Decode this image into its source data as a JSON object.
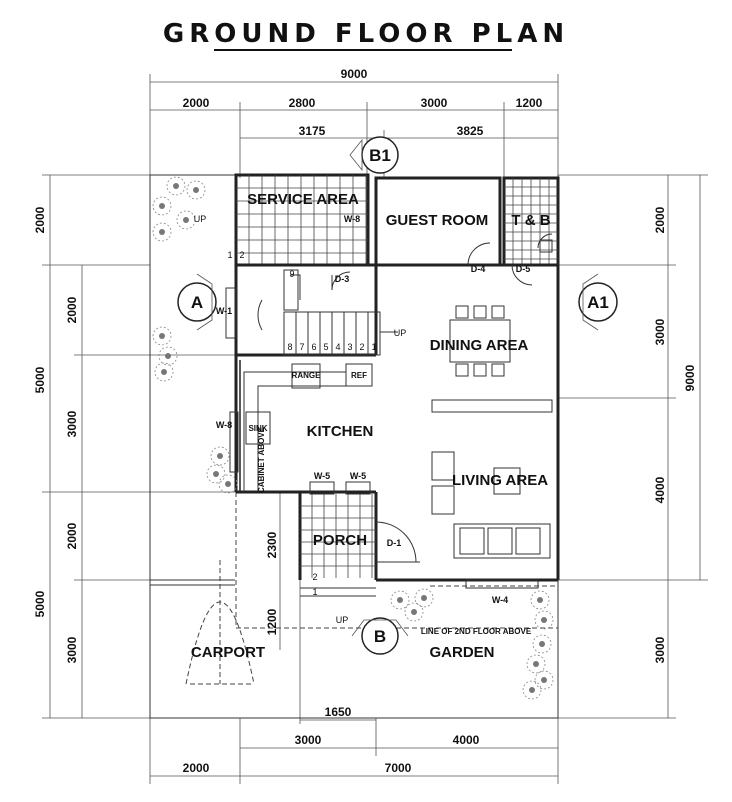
{
  "title": "GROUND FLOOR PLAN",
  "dims": {
    "top_total": "9000",
    "top_row1": [
      "2000",
      "2800",
      "3000",
      "1200"
    ],
    "top_row2": [
      "3175",
      "3825"
    ],
    "left_outer": [
      "5000",
      "5000"
    ],
    "left_inner": [
      "2000",
      "2000",
      "3000",
      "2000",
      "3000"
    ],
    "right_outer": "9000",
    "right_inner": [
      "2000",
      "3000",
      "4000",
      "3000"
    ],
    "bottom_row1": [
      "3000",
      "4000"
    ],
    "bottom_row2": [
      "2000",
      "7000"
    ],
    "porch_height": "2300",
    "porch_lower": "1200",
    "porch_width": "1650"
  },
  "rooms": {
    "service_area": "SERVICE AREA",
    "guest_room": "GUEST ROOM",
    "t_and_b": "T & B",
    "dining_area": "DINING AREA",
    "kitchen": "KITCHEN",
    "living_area": "LIVING AREA",
    "porch": "PORCH",
    "carport": "CARPORT",
    "garden": "GARDEN"
  },
  "section_tags": {
    "b1": "B1",
    "a": "A",
    "a1": "A1",
    "b": "B"
  },
  "labels": {
    "w8_service": "W-8",
    "w8_kitchen": "W-8",
    "w1": "W-1",
    "w5_left": "W-5",
    "w5_right": "W-5",
    "w4": "W-4",
    "d3": "D-3",
    "d4": "D-4",
    "d5": "D-5",
    "d1": "D-1",
    "up_service": "UP",
    "up_stair": "UP",
    "up_bottom": "UP",
    "range": "RANGE",
    "ref": "REF",
    "sink": "SINK",
    "cabinet_above": "CABINET ABOVE",
    "line_2nd_floor": "LINE OF 2ND FLOOR ABOVE",
    "stair_top_9": "9",
    "service_steps": [
      "1",
      "2"
    ],
    "porch_steps": [
      "2",
      "1"
    ],
    "stair_steps": [
      "8",
      "7",
      "6",
      "5",
      "4",
      "3",
      "2",
      "1"
    ]
  }
}
